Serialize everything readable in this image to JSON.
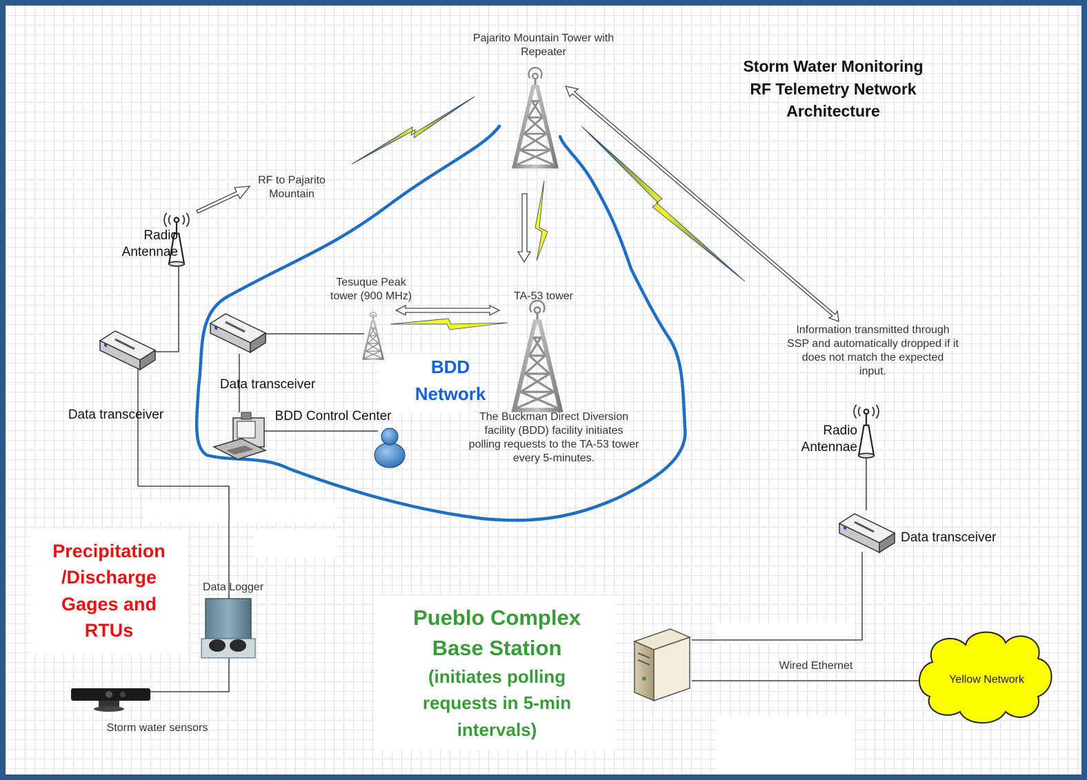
{
  "title": [
    "Storm Water Monitoring",
    "RF Telemetry Network",
    "Architecture"
  ],
  "labels": {
    "pajarito_tower": [
      "Pajarito Mountain Tower with",
      "Repeater"
    ],
    "rf_to_pajarito": [
      "RF to Pajarito",
      "Mountain"
    ],
    "radio_antennae_left": [
      "Radio",
      "Antennae"
    ],
    "data_transceiver_left": "Data transceiver",
    "tesuque_peak": [
      "Tesuque Peak",
      "tower (900 MHz)"
    ],
    "ta53_tower": "TA-53 tower",
    "data_transceiver_bdd": "Data transceiver",
    "bdd_control_center": "BDD Control Center",
    "bdd_network": [
      "BDD",
      "Network"
    ],
    "bdd_description": [
      "The Buckman Direct Diversion",
      "facility (BDD) facility  initiates",
      "polling requests to the TA-53 tower",
      "every 5-minutes."
    ],
    "ssp_info": [
      "Information transmitted through",
      "SSP and automatically dropped if it",
      "does not match the expected",
      "input."
    ],
    "radio_antennae_right": [
      "Radio",
      "Antennae"
    ],
    "data_transceiver_right": "Data transceiver",
    "data_logger": "Data Logger",
    "storm_water_sensors": "Storm water sensors",
    "precipitation": [
      "Precipitation",
      "/Discharge",
      "Gages and",
      "RTUs"
    ],
    "pueblo_title": [
      "Pueblo Complex",
      "Base Station"
    ],
    "pueblo_sub": [
      "(initiates polling",
      "requests in 5-min",
      "intervals)"
    ],
    "wired_ethernet": "Wired Ethernet",
    "yellow_network": "Yellow Network"
  },
  "icons": [
    "tower-icon",
    "antenna-icon",
    "transceiver-icon",
    "computer-icon",
    "user-icon",
    "data-logger-icon",
    "sensor-icon",
    "server-icon",
    "cloud-icon",
    "lightning-icon",
    "arrow-icon"
  ],
  "colors": {
    "bdd_boundary": "#1e6fc4",
    "bdd_text": "#1462d8",
    "precipitation_text": "#e51414",
    "pueblo_text": "#3a9a3a",
    "yellow_network": "#ffff00",
    "lightning": "#e8e820"
  }
}
